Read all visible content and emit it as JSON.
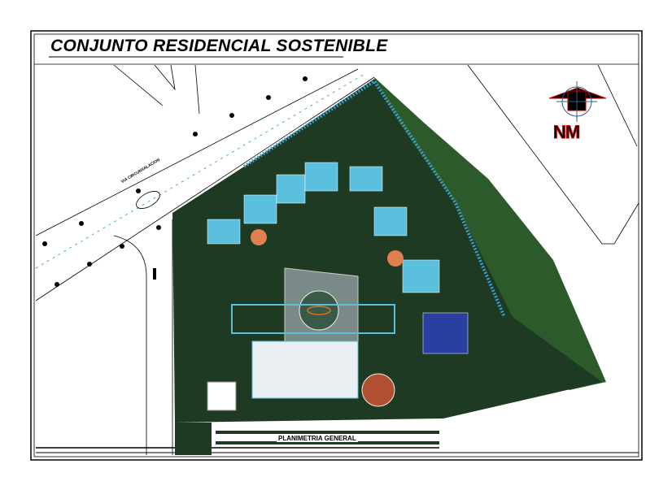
{
  "title": "CONJUNTO RESIDENCIAL SOSTENIBLE",
  "north_symbol": {
    "label": "NM"
  },
  "plan_label": "PLANIMETRIA GENERAL",
  "road_label": "VIA CIRCUNVALACION",
  "colors": {
    "site": "#1f3a22",
    "trees": "#2c5a2a",
    "water": "#3aa0d0",
    "plaza": "#7a8a88",
    "accent": "#e07020"
  }
}
